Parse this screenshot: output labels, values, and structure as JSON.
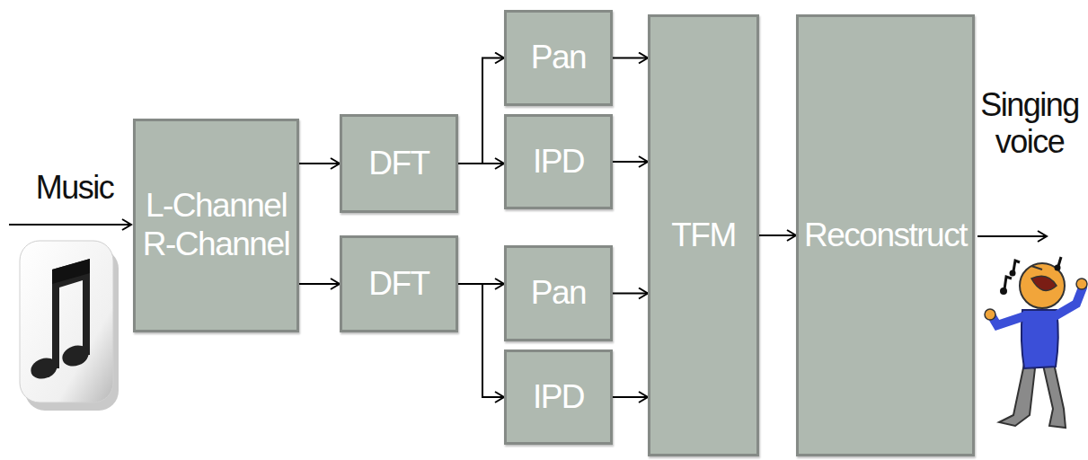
{
  "diagram": {
    "nodes": [
      {
        "text": [
          "L-Channel",
          "R-Channel"
        ]
      },
      {
        "text": [
          "DFT"
        ]
      },
      {
        "text": [
          "DFT"
        ]
      },
      {
        "text": [
          "Pan"
        ]
      },
      {
        "text": [
          "IPD"
        ]
      },
      {
        "text": [
          "Pan"
        ]
      },
      {
        "text": [
          "IPD"
        ]
      },
      {
        "text": [
          "TFM"
        ]
      },
      {
        "text": [
          "Reconstruct"
        ]
      }
    ],
    "edges": [
      {
        "from": 0,
        "to": 1,
        "arrow": "to"
      },
      {
        "from": 0,
        "to": 2,
        "arrow": "to"
      },
      {
        "from": 1,
        "to": 3,
        "arrow": "to"
      },
      {
        "from": 1,
        "to": 4,
        "arrow": "to"
      },
      {
        "from": 2,
        "to": 5,
        "arrow": "to"
      },
      {
        "from": 2,
        "to": 6,
        "arrow": "to"
      },
      {
        "from": 3,
        "to": 7,
        "arrow": "to"
      },
      {
        "from": 4,
        "to": 7,
        "arrow": "to"
      },
      {
        "from": 5,
        "to": 7,
        "arrow": "to"
      },
      {
        "from": 6,
        "to": 7,
        "arrow": "to"
      },
      {
        "from": 7,
        "to": 8,
        "arrow": "to"
      }
    ],
    "labels": [
      "Music",
      "Singing voice"
    ]
  }
}
